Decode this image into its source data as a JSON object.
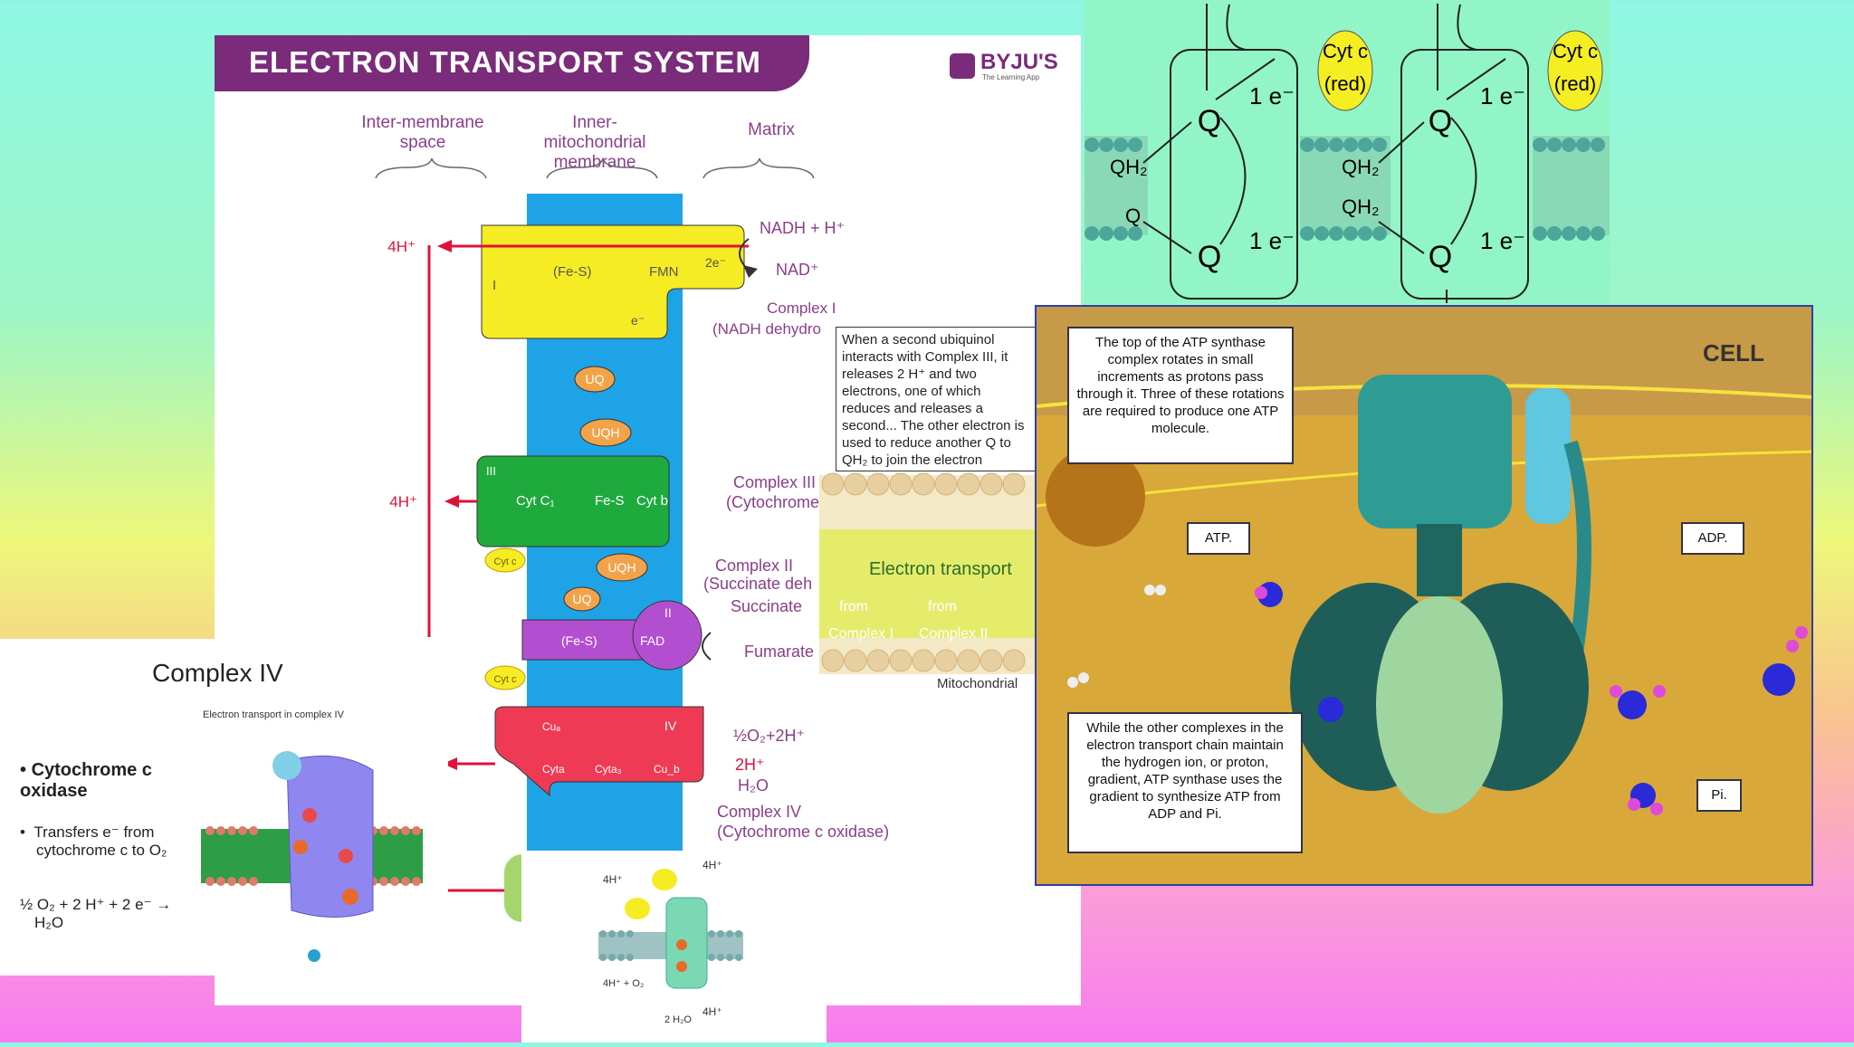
{
  "ets": {
    "title": "ELECTRON TRANSPORT SYSTEM",
    "logo_name": "BYJU'S",
    "logo_sub": "The Learning App",
    "regions": [
      "Inter-membrane space",
      "Inner-mitochondrial membrane",
      "Matrix"
    ],
    "labels": {
      "h4_top": "4H⁺",
      "h4_mid": "4H⁺",
      "nadh": "NADH + H⁺",
      "nad": "NAD⁺",
      "twoe": "2e⁻",
      "fes1": "(Fe-S)",
      "fmn": "FMN",
      "complex_i_roman": "I",
      "e_label": "e⁻",
      "complex_i_name1": "Complex I",
      "complex_i_name2": "(NADH dehydro",
      "uq1": "UQ",
      "uqh1": "UQH",
      "complex_iii_roman": "III",
      "cytc1": "Cyt C₁",
      "fes3": "Fe-S",
      "cytb": "Cyt b",
      "complex_iii_name1": "Complex III",
      "complex_iii_name2": "(Cytochrome",
      "cytc_a": "Cyt c",
      "uqh2": "UQH",
      "uq2": "UQ",
      "complex_ii_name1": "Complex II",
      "complex_ii_name2": "(Succinate deh",
      "complex_ii_roman": "II",
      "fes2": "(Fe-S)",
      "fad": "FAD",
      "succinate": "Succinate",
      "fumarate": "Fumarate",
      "cytc_b": "Cyt c",
      "complex_iv_roman": "IV",
      "cua": "Cuₐ",
      "cyta": "Cyta",
      "cyta3": "Cyta₃",
      "cub": "Cu_b",
      "half_o2": "½O₂+2H⁺",
      "two_h": "2H⁺",
      "h2o": "H₂O",
      "complex_iv_name1": "Complex IV",
      "complex_iv_name2": "(Cytochrome c oxidase)"
    }
  },
  "complex_iv_slide": {
    "title": "Complex IV",
    "bullet1": "Cytochrome c oxidase",
    "bullet2a": "Transfers e⁻ from",
    "bullet2b": "cytochrome c to O₂",
    "equation_a": "½ O₂ + 2 H⁺ + 2 e⁻ →",
    "equation_b": "H₂O",
    "figure_caption": "Electron transport in complex IV"
  },
  "small_figure": {
    "labels": [
      "4H⁺",
      "4H⁺",
      "4H⁺ + O₂",
      "2 H₂O",
      "4H⁺"
    ]
  },
  "qcycle": {
    "q": "Q",
    "one_e": "1 e⁻",
    "qh2": "QH₂",
    "q_plain": "Q",
    "cytc_red_a": "Cyt c",
    "cytc_red_b": "(red)"
  },
  "qcycle_note": {
    "text": "When a second ubiquinol interacts with Complex III, it releases 2 H⁺ and two electrons, one of which reduces and releases a second... The other electron is used to reduce another Q to QH₂ to join the electron transfer chain."
  },
  "membrane_photo": {
    "electron_transport": "Electron transport",
    "from1": "from",
    "c1": "Complex I",
    "from2": "from",
    "c2": "Complex II",
    "caption": "Mitochondrial"
  },
  "atp_panel": {
    "callout_top": "The top of the ATP synthase complex rotates in small increments as protons pass through it.  Three of these rotations are required to produce one ATP molecule.",
    "callout_atp": "ATP.",
    "callout_adp": "ADP.",
    "callout_pi": "Pi.",
    "callout_bottom": "While the other complexes in the electron transport chain maintain the hydrogen ion, or proton, gradient, ATP synthase uses the gradient to synthesize ATP from ADP and Pi.",
    "logo": "CELL"
  },
  "colors": {
    "purple": "#7a2b7a",
    "membrane_blue": "#1ea3e6",
    "complex_i": "#f6ec23",
    "complex_iii": "#1faa3e",
    "complex_ii": "#b24fd1",
    "complex_iv": "#ef3a55",
    "arrow_red": "#e0103a",
    "uq_orange": "#f2a34a"
  }
}
